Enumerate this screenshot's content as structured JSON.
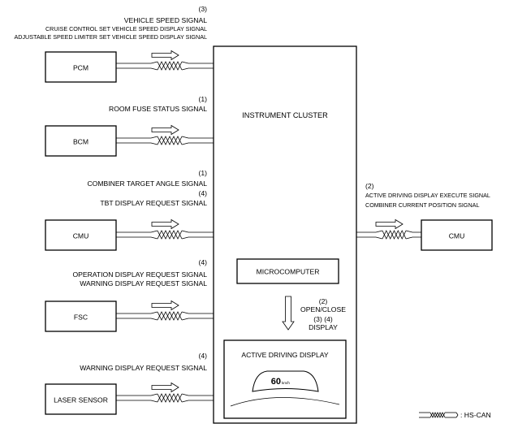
{
  "modules": {
    "pcm": "PCM",
    "bcm": "BCM",
    "cmu_left": "CMU",
    "fsc": "FSC",
    "laser": "LASER SENSOR",
    "cmu_right": "CMU"
  },
  "cluster": {
    "title": "INSTRUMENT CLUSTER",
    "micro": "MICROCOMPUTER",
    "add": "ACTIVE DRIVING DISPLAY",
    "speed_value": "60",
    "speed_unit": "km/h",
    "ctrl_num": "(2)",
    "ctrl_openclose": "OPEN/CLOSE",
    "ctrl_nums": "(3) (4)",
    "ctrl_display": "DISPLAY"
  },
  "signals": {
    "pcm": {
      "num": "(3)",
      "line1": "VEHICLE SPEED SIGNAL",
      "line2": "CRUISE CONTROL SET VEHICLE SPEED DISPLAY SIGNAL",
      "line3": "ADJUSTABLE SPEED LIMITER SET VEHICLE SPEED DISPLAY SIGNAL"
    },
    "bcm": {
      "num": "(1)",
      "line1": "ROOM FUSE STATUS SIGNAL"
    },
    "cmu": {
      "num1": "(1)",
      "line1": "COMBINER TARGET ANGLE SIGNAL",
      "num2": "(4)",
      "line2": "TBT DISPLAY REQUEST SIGNAL"
    },
    "fsc": {
      "num": "(4)",
      "line1": "OPERATION DISPLAY REQUEST SIGNAL",
      "line2": "WARNING DISPLAY REQUEST SIGNAL"
    },
    "laser": {
      "num": "(4)",
      "line1": "WARNING DISPLAY REQUEST SIGNAL"
    },
    "right": {
      "num": "(2)",
      "line1": "ACTIVE DRIVING DISPLAY EXECUTE SIGNAL",
      "line2": "COMBINER CURRENT POSITION SIGNAL"
    }
  },
  "legend": {
    "label": ": HS-CAN"
  }
}
